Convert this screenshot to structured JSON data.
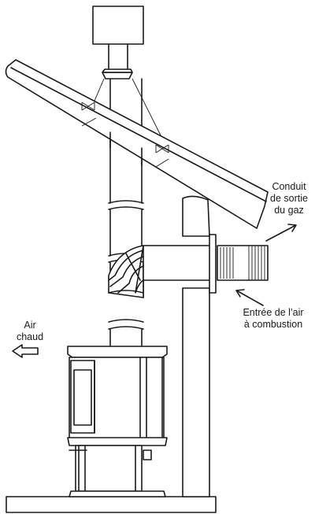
{
  "labels": {
    "flue_outlet": [
      "Conduit",
      "de sortie",
      "du gaz"
    ],
    "combustion_air": [
      "Entrée de l’air",
      "à combustion"
    ],
    "warm_air": [
      "Air",
      "chaud"
    ]
  },
  "colors": {
    "line": "#1a1a1a",
    "background": "#ffffff"
  }
}
